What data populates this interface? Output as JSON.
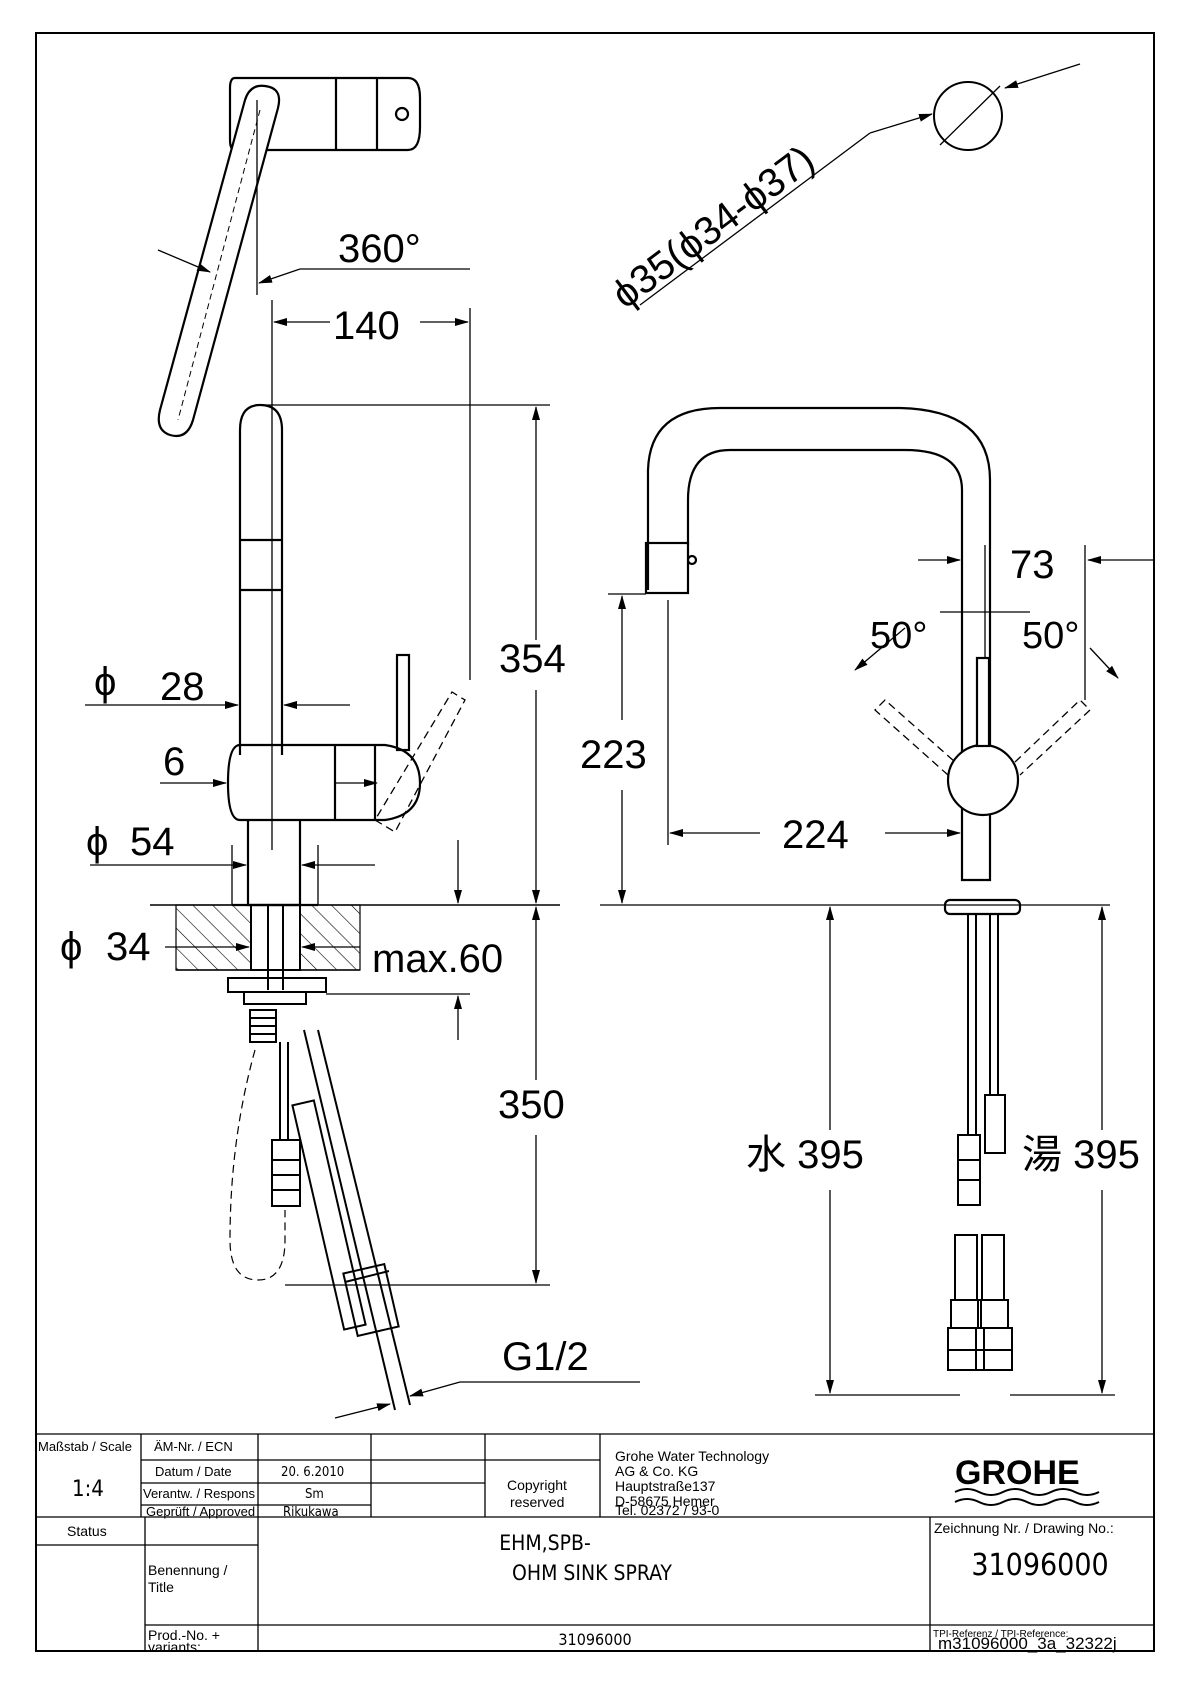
{
  "drawing": {
    "dims": {
      "angle_rotation": "360°",
      "handle_reach": "140",
      "spout_dia": "ϕ35(ϕ34-ϕ37)",
      "height_total": "354",
      "body_dia": "28",
      "lever_gap": "6",
      "base_dia": "54",
      "shank_dia": "34",
      "deck_thickness": "max.60",
      "under_length": "350",
      "spout_height": "223",
      "spout_reach": "224",
      "lever_offset": "73",
      "angle_left": "50°",
      "angle_right": "50°",
      "cold_hose": "水 395",
      "hot_hose": "湯 395",
      "thread": "G1/2"
    }
  },
  "title_block": {
    "scale_label": "Maßstab / Scale",
    "scale_value": "1:4",
    "ecn_label": "ÄM-Nr. / ECN",
    "date_label": "Datum / Date",
    "date_value": "20. 6.2010",
    "responsible_label": "Verantw. / Respons",
    "responsible_value": "Sm",
    "approved_label": "Geprüft / Approved",
    "approved_value": "Rikukawa",
    "copyright": "Copyright",
    "reserved": "reserved",
    "company_lines": [
      "Grohe Water Technology",
      "AG & Co. KG",
      "Hauptstraße137",
      "D-58675 Hemer",
      "Tel. 02372 / 93-0"
    ],
    "logo": "GROHE",
    "status_label": "Status",
    "title_label_1": "Benennung /",
    "title_label_2": "Title",
    "title_line_1": "EHM,SPB-",
    "title_line_2": "OHM SINK SPRAY",
    "drawing_no_label": "Zeichnung Nr. / Drawing No.:",
    "drawing_no": "31096000",
    "prod_label_1": "Prod.-No. +",
    "prod_label_2": "variants:",
    "prod_no": "31096000",
    "tpi_label": "TPI-Referenz / TPI-Reference:",
    "tpi_ref": "m31096000_3a_32322j"
  }
}
